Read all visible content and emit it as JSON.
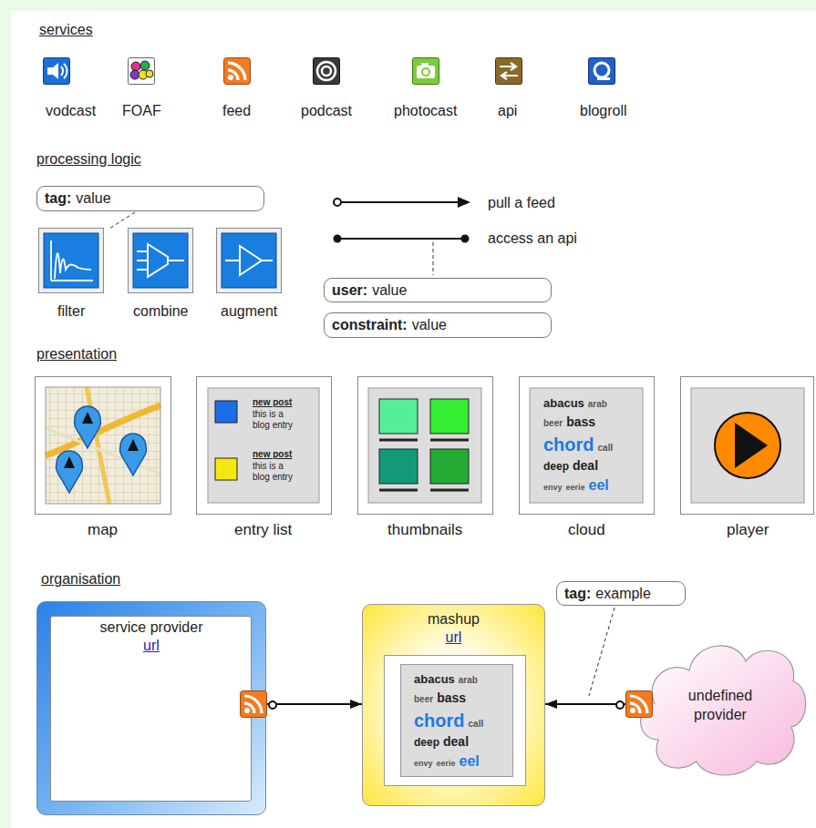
{
  "diagram": {
    "nodes": [
      {
        "text": [
          "tag:",
          "value"
        ]
      },
      {
        "text": [
          "user:",
          "value"
        ]
      },
      {
        "text": [
          "constraint:",
          "value"
        ]
      },
      {
        "text": [
          "service provider",
          "url"
        ]
      },
      {
        "text": [
          "mashup",
          "url"
        ]
      },
      {
        "text": [
          "tag:",
          "example"
        ]
      },
      {
        "text": [
          "undefined provider"
        ]
      }
    ],
    "edges": [
      {
        "from": 3,
        "to": 4,
        "arrow": "to"
      },
      {
        "from": 6,
        "to": 4,
        "arrow": "to"
      }
    ],
    "labels": [
      "services",
      "vodcast",
      "FOAF",
      "feed",
      "podcast",
      "photocast",
      "api",
      "blogroll",
      "processing logic",
      "filter",
      "combine",
      "augment",
      "presentation",
      "new post",
      "this is a blog entry",
      "new post",
      "this is a blog entry",
      "abacus",
      "arab",
      "beer",
      "bass",
      "chord",
      "call",
      "deep",
      "deal",
      "envy",
      "eerie",
      "eel",
      "map",
      "entry list",
      "thumbnails",
      "cloud",
      "player",
      "organisation",
      "abacus",
      "arab",
      "beer",
      "bass",
      "chord",
      "call",
      "deep",
      "deal",
      "envy",
      "eerie",
      "eel"
    ],
    "legend": [
      {
        "text": "pull a feed"
      },
      {
        "text": "access an api"
      }
    ]
  }
}
